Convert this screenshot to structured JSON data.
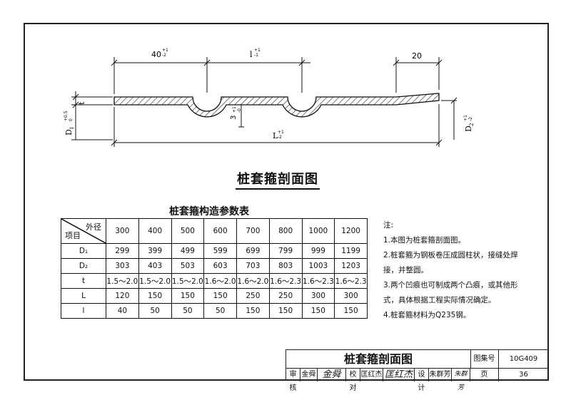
{
  "drawing": {
    "dim_left": "40",
    "dim_left_tol": "+1\n-2",
    "dim_mid": "l",
    "dim_mid_tol": "+1\n-1",
    "dim_right": "20",
    "dim_t": "t",
    "dim_groove": "3",
    "dim_groove_tol": "+1\n-0",
    "dim_bottom": "L",
    "dim_bottom_tol": "+1\n-2",
    "dim_d1": "D",
    "dim_d1_sub": "1",
    "dim_d1_tol": "+0.5\n0",
    "dim_d2": "D",
    "dim_d2_sub": "2",
    "dim_d2_tol": "+1\n-2"
  },
  "section_title": "桩套箍剖面图",
  "table": {
    "caption": "桩套箍构造参数表",
    "corner_top": "外径",
    "corner_bottom": "项目",
    "columns": [
      "300",
      "400",
      "500",
      "600",
      "700",
      "800",
      "1000",
      "1200"
    ],
    "rows": [
      {
        "label": "D₁",
        "values": [
          "299",
          "399",
          "499",
          "599",
          "699",
          "799",
          "999",
          "1199"
        ]
      },
      {
        "label": "D₂",
        "values": [
          "303",
          "403",
          "503",
          "603",
          "703",
          "803",
          "1003",
          "1203"
        ]
      },
      {
        "label": "t",
        "values": [
          "1.5～2.0",
          "1.5～2.0",
          "1.5～2.0",
          "1.6～2.0",
          "1.6～2.0",
          "1.6～2.3",
          "1.6～2.3",
          "1.6～2.3"
        ]
      },
      {
        "label": "L",
        "values": [
          "120",
          "150",
          "150",
          "150",
          "250",
          "250",
          "300",
          "300"
        ]
      },
      {
        "label": "l",
        "values": [
          "40",
          "50",
          "50",
          "50",
          "150",
          "150",
          "150",
          "150"
        ]
      }
    ]
  },
  "notes": {
    "title": "注:",
    "items": [
      "1.本图为桩套箍剖面图。",
      "2.桩套箍为钢板卷压成圆柱状，接缝处焊接，并整圆。",
      "3.两个凹痕也可制成两个凸痕，或其他形式，具体根据工程实际情况确定。",
      "4.桩套箍材料为Q235钢。"
    ]
  },
  "titleblock": {
    "title": "桩套箍剖面图",
    "atlas_label": "图集号",
    "atlas_no": "10G409",
    "review_label": "审核",
    "review_name": "金舜",
    "review_sig": "金舜",
    "check_label": "校对",
    "check_name": "匡红杰",
    "check_sig": "匡红杰",
    "design_label": "设计",
    "design_name": "朱群芳",
    "design_sig": "朱群芳",
    "page_label": "页",
    "page_no": "36"
  }
}
